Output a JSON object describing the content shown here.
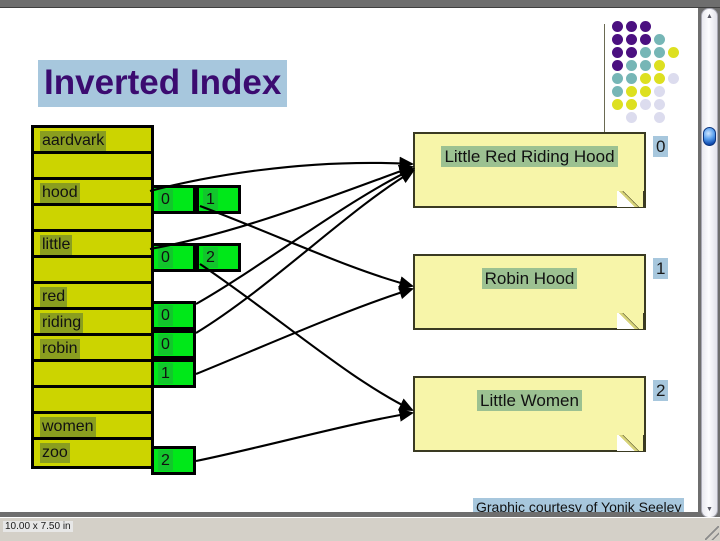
{
  "window": {
    "status_text": "10.00 x 7.50 in",
    "scroll_up_icon": "triangle-up-icon",
    "scroll_down_icon": "triangle-down-icon"
  },
  "slide": {
    "title": "Inverted Index",
    "credit": "Graphic courtesy of Yonik Seeley",
    "title_highlight_color": "#a7c7dd",
    "title_text_color": "#3b0b70"
  },
  "dictionary": {
    "rows": [
      {
        "term": "aardvark",
        "postings": []
      },
      {
        "term": "",
        "postings": []
      },
      {
        "term": "hood",
        "postings": [
          "0",
          "1"
        ]
      },
      {
        "term": "",
        "postings": []
      },
      {
        "term": "little",
        "postings": [
          "0",
          "2"
        ]
      },
      {
        "term": "",
        "postings": []
      },
      {
        "term": "red",
        "postings": [
          "0"
        ]
      },
      {
        "term": "riding",
        "postings": [
          "0"
        ]
      },
      {
        "term": "robin",
        "postings": [
          "1"
        ]
      },
      {
        "term": "",
        "postings": []
      },
      {
        "term": "",
        "postings": []
      },
      {
        "term": "women",
        "postings": [
          "2"
        ]
      },
      {
        "term": "zoo",
        "postings": []
      }
    ],
    "cell_color": "#ccd400",
    "term_highlight_color": "#8a9e1f",
    "posting_color": "#00e819",
    "posting_highlight_color": "#12c62c"
  },
  "documents": [
    {
      "id": "0",
      "title": "Little Red Riding Hood"
    },
    {
      "id": "1",
      "title": "Robin Hood"
    },
    {
      "id": "2",
      "title": "Little Women"
    }
  ],
  "decoration": {
    "dot_colors": {
      "purple": "#4b1080",
      "teal": "#76b6b6",
      "yellow": "#dde020",
      "pale": "#dcdcee"
    },
    "dot_grid": [
      [
        "purple",
        "purple",
        "purple",
        "none",
        "none"
      ],
      [
        "purple",
        "purple",
        "purple",
        "teal",
        "none"
      ],
      [
        "purple",
        "purple",
        "teal",
        "teal",
        "yellow"
      ],
      [
        "purple",
        "teal",
        "teal",
        "yellow",
        "none"
      ],
      [
        "teal",
        "teal",
        "yellow",
        "yellow",
        "pale"
      ],
      [
        "teal",
        "yellow",
        "yellow",
        "pale",
        "none"
      ],
      [
        "yellow",
        "yellow",
        "pale",
        "pale",
        "none"
      ],
      [
        "none",
        "pale",
        "none",
        "pale",
        "none"
      ]
    ]
  }
}
